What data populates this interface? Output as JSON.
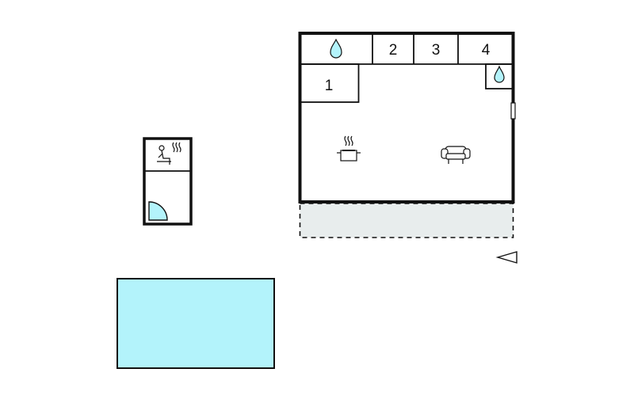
{
  "main_house": {
    "room_numbers": [
      "1",
      "2",
      "3",
      "4"
    ],
    "icons": [
      "water-drop-icon",
      "water-drop-icon",
      "cooking-pot-icon",
      "sofa-icon",
      "door-icon"
    ]
  },
  "annex": {
    "icons": [
      "sauna-icon",
      "shower-icon"
    ]
  },
  "terrace": {
    "style": "dashed"
  },
  "pool": {
    "color": "#b3f3fb"
  },
  "compass": {
    "icon": "north-arrow-icon"
  },
  "colors": {
    "wall": "#111111",
    "water": "#b3f3fb",
    "terrace_fill": "#e8eded"
  }
}
